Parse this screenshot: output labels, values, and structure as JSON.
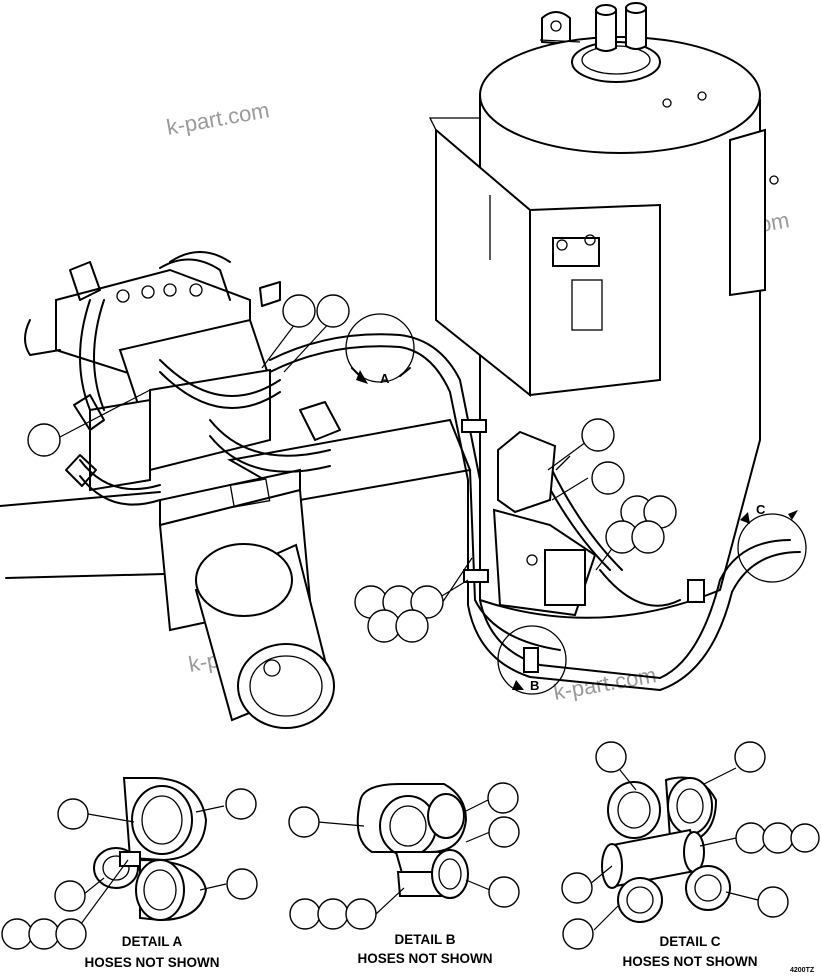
{
  "watermarks": [
    "k-part.com",
    "k-part.com",
    "k-part.com",
    "k-part.com"
  ],
  "view_letters": {
    "a": "A",
    "b": "B",
    "c": "C"
  },
  "details": [
    {
      "title": "DETAIL A",
      "note": "HOSES NOT SHOWN"
    },
    {
      "title": "DETAIL B",
      "note": "HOSES NOT SHOWN"
    },
    {
      "title": "DETAIL C",
      "note": "HOSES NOT SHOWN"
    }
  ],
  "drawing_code": "4200TZ"
}
